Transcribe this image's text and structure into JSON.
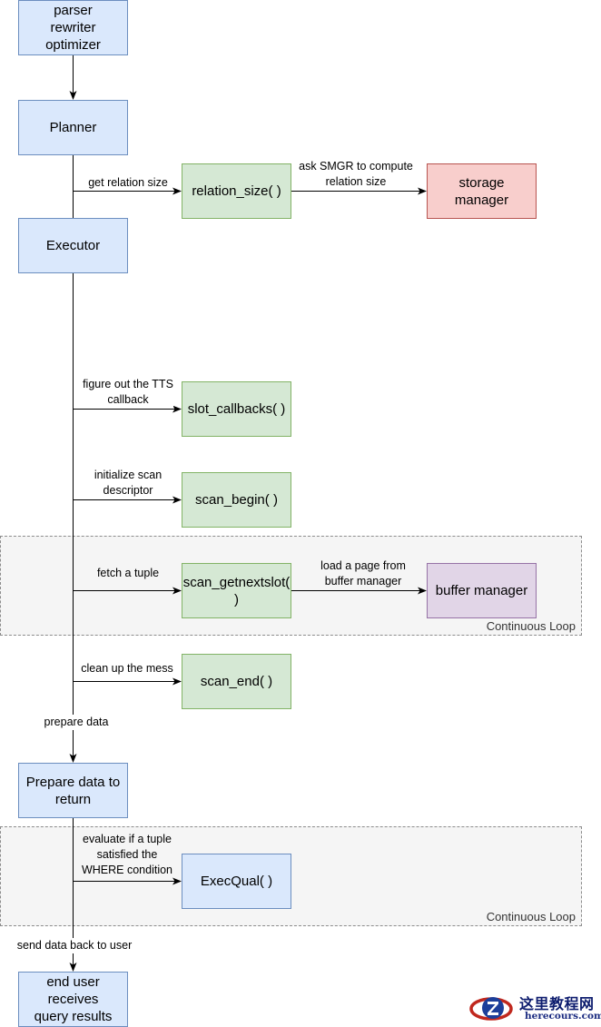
{
  "nodes": {
    "parser": "parser\nrewriter\noptimizer",
    "planner": "Planner",
    "executor": "Executor",
    "relation_size": "relation_size( )",
    "storage_manager": "storage\nmanager",
    "slot_callbacks": "slot_callbacks( )",
    "scan_begin": "scan_begin( )",
    "scan_getnextslot": "scan_getnextslot(\n)",
    "buffer_manager": "buffer manager",
    "scan_end": "scan_end( )",
    "prepare_data": "Prepare data to\nreturn",
    "execqual": "ExecQual( )",
    "end_user": "end user\nreceives\nquery results"
  },
  "edge_labels": {
    "get_relation_size": "get relation size",
    "ask_smgr": "ask SMGR to compute\nrelation size",
    "figure_tts": "figure out the TTS\ncallback",
    "init_scan": "initialize scan\ndescriptor",
    "fetch_tuple": "fetch a tuple",
    "load_page": "load a page from\nbuffer manager",
    "clean_up": "clean up the mess",
    "prepare_data": "prepare data",
    "evaluate_tuple": "evaluate if a tuple\nsatisfied the\nWHERE condition",
    "send_data": "send data back to user"
  },
  "groups": {
    "scan_loop": "Continuous Loop",
    "qual_loop": "Continuous Loop"
  },
  "colors": {
    "blue_fill": "#dae8fc",
    "green_fill": "#d5e8d4",
    "red_fill": "#f8cecc",
    "purple_fill": "#e1d5e7"
  },
  "watermark": {
    "chinese": "这里教程网",
    "url": "herecours.com"
  }
}
